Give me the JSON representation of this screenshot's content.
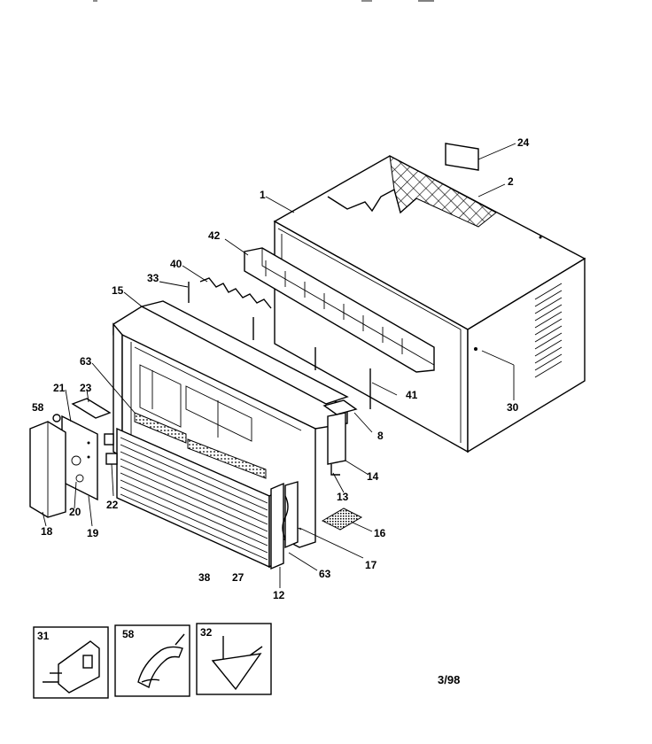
{
  "callouts": {
    "c1": "1",
    "c2": "2",
    "c8": "8",
    "c12": "12",
    "c13": "13",
    "c14": "14",
    "c15": "15",
    "c16": "16",
    "c17": "17",
    "c18": "18",
    "c19": "19",
    "c20": "20",
    "c21": "21",
    "c22": "22",
    "c23": "23",
    "c24": "24",
    "c27": "27",
    "c30": "30",
    "c31": "31",
    "c32": "32",
    "c33": "33",
    "c38": "38",
    "c40": "40",
    "c41": "41",
    "c42": "42",
    "c58a": "58",
    "c58b": "58",
    "c63a": "63",
    "c63b": "63"
  },
  "date_code": "3/98"
}
